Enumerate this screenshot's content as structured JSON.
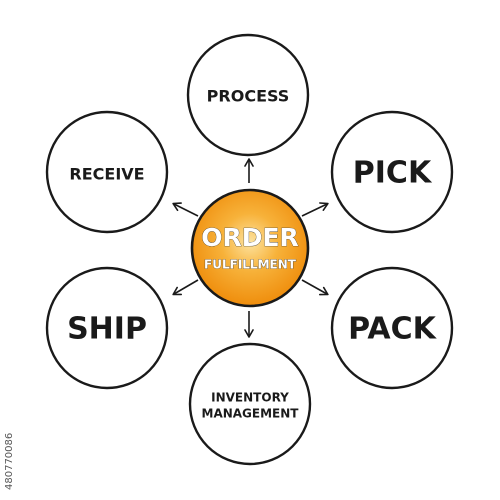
{
  "center": {
    "title": "ORDER",
    "subtitle": "FULFILLMENT"
  },
  "nodes": {
    "process": "PROCESS",
    "receive": "RECEIVE",
    "pick": "PICK",
    "ship": "SHIP",
    "pack": "PACK",
    "inventory_line1": "INVENTORY",
    "inventory_line2": "MANAGEMENT"
  },
  "stock_id": "480770086",
  "colors": {
    "center_fill_inner": "#fdd07a",
    "center_fill_outer": "#f39a12",
    "outline": "#1a1a1a",
    "background": "#ffffff"
  }
}
